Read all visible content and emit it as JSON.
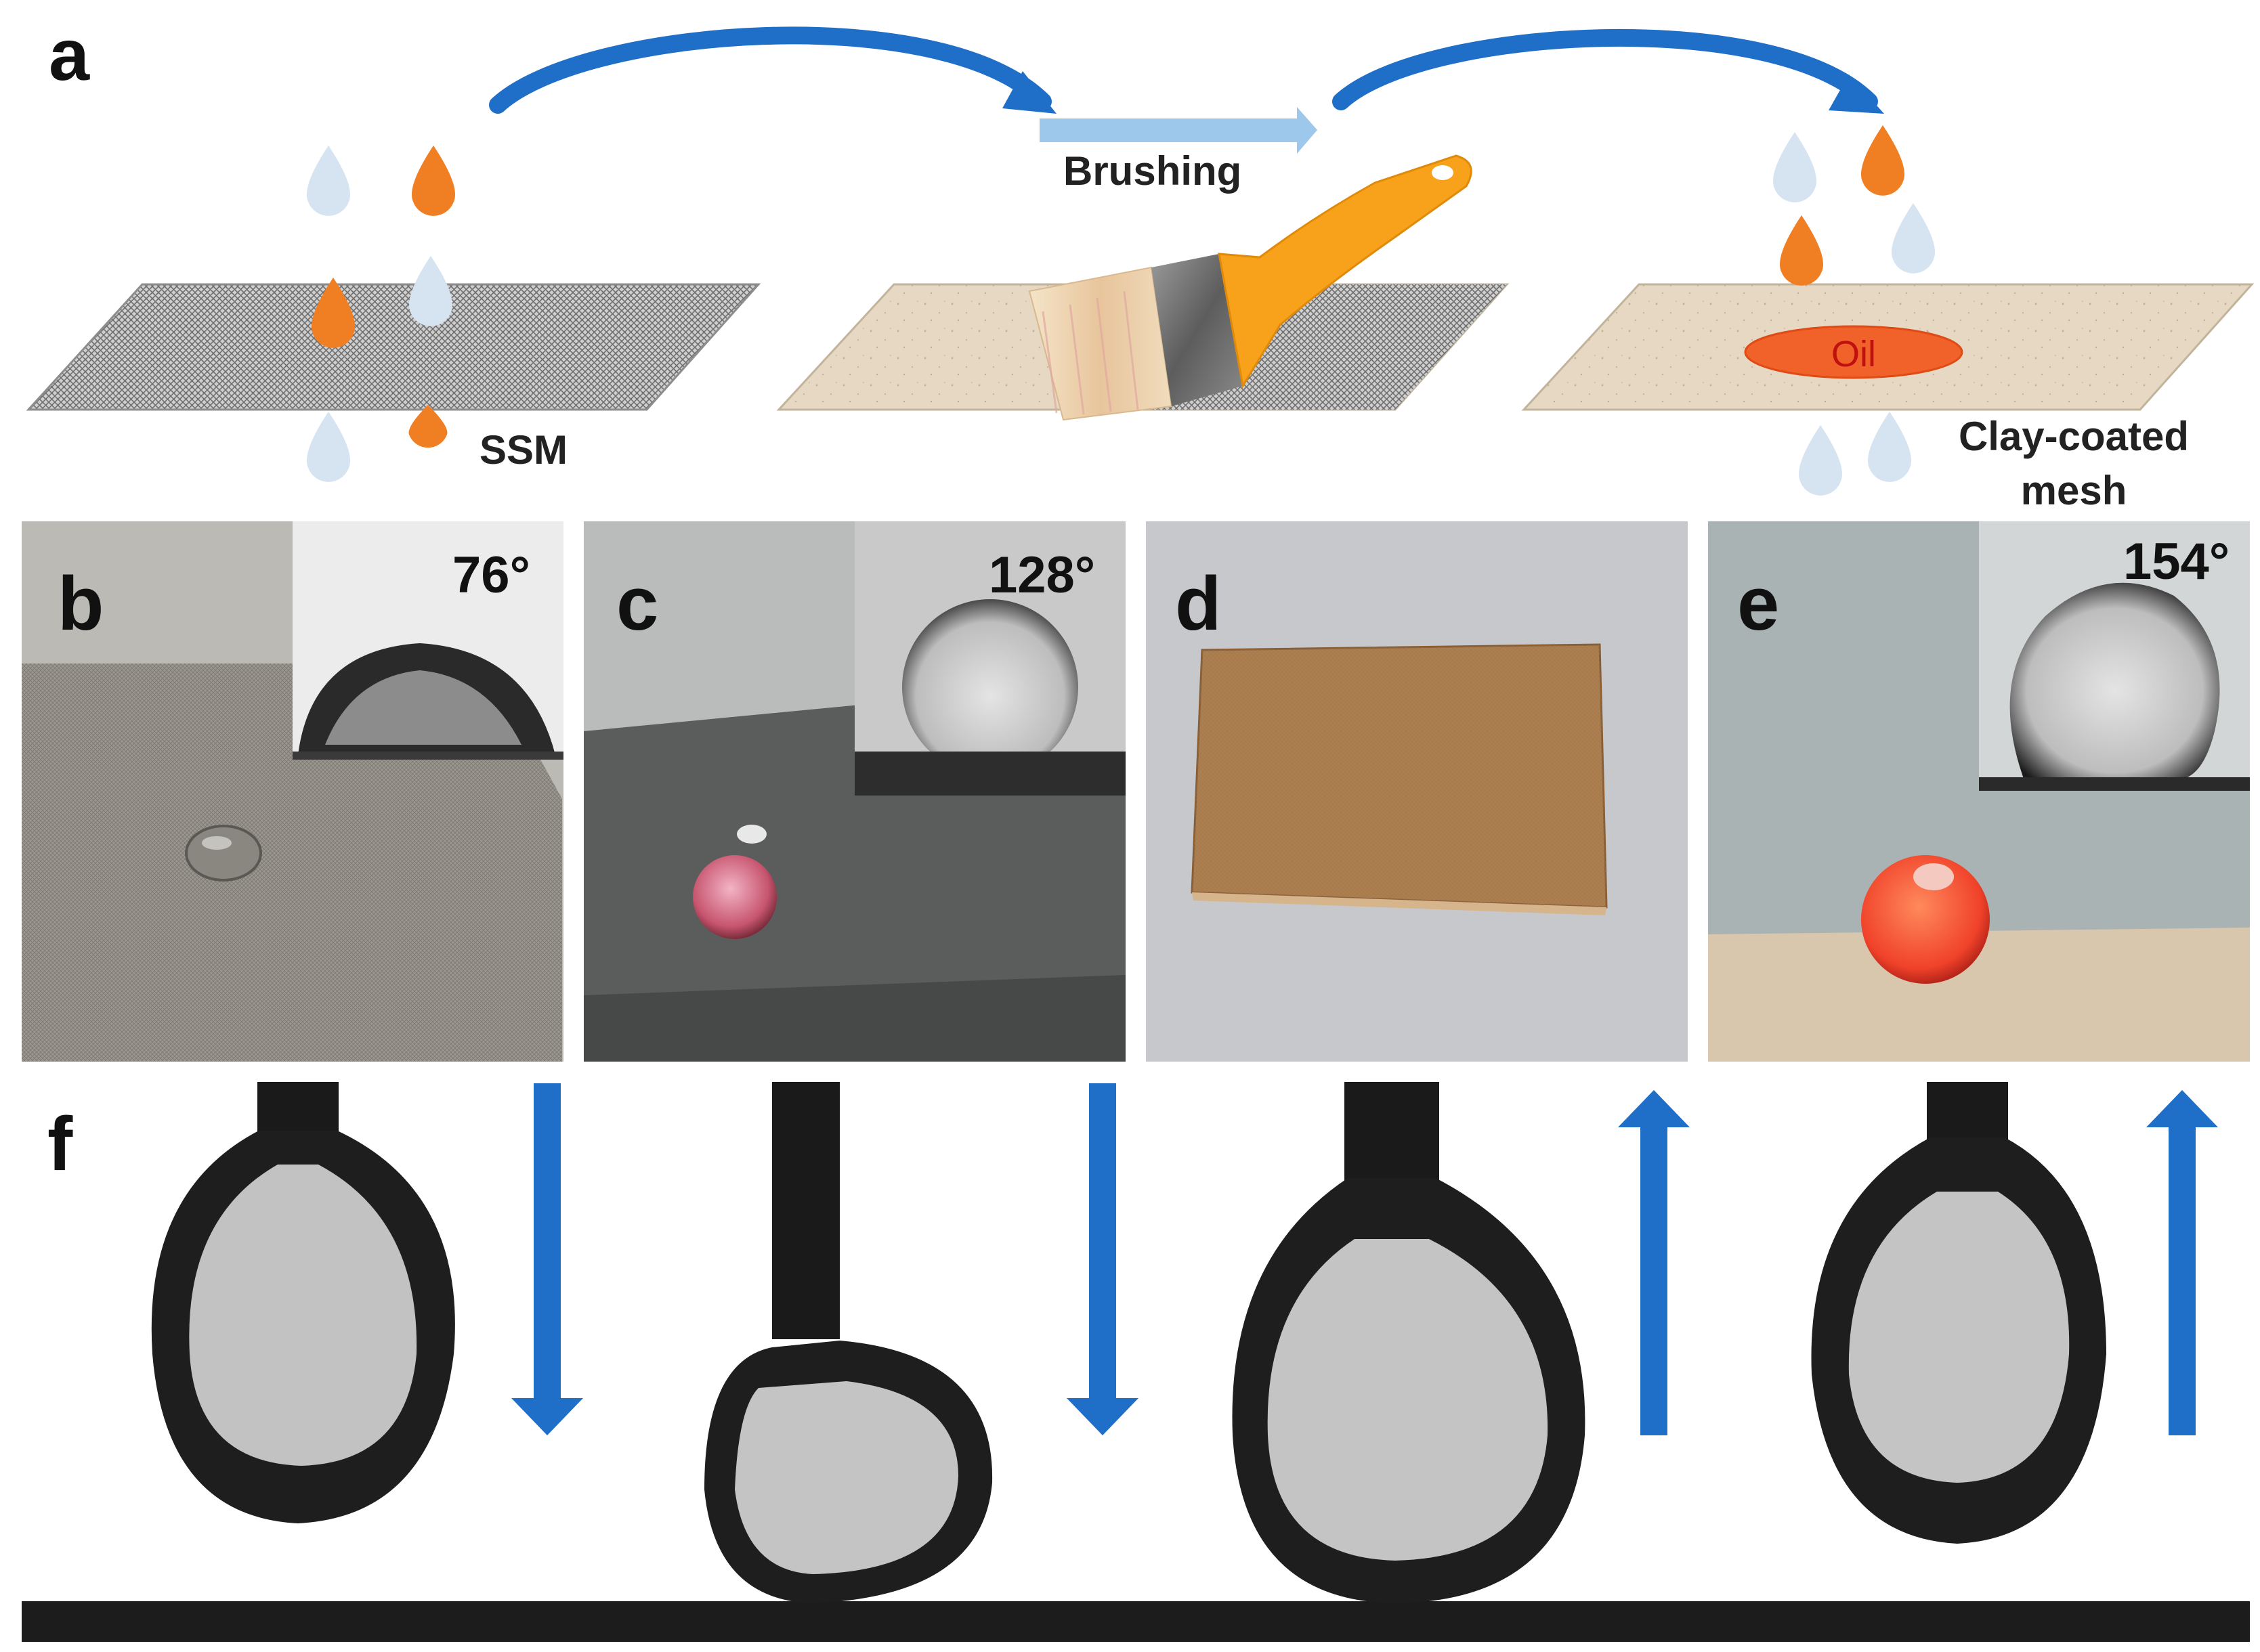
{
  "panel_a": {
    "label": "a",
    "step_label": "Brushing",
    "left_mesh_label": "SSM",
    "right_mesh_label_line1": "Clay-coated",
    "right_mesh_label_line2": "mesh",
    "oil_label": "Oil"
  },
  "panel_b": {
    "label": "b",
    "angle": "76°"
  },
  "panel_c": {
    "label": "c",
    "angle": "128°"
  },
  "panel_d": {
    "label": "d"
  },
  "panel_e": {
    "label": "e",
    "angle": "154°"
  },
  "panel_f": {
    "label": "f"
  },
  "colors": {
    "water_drop": "#d6e3f1",
    "oil_drop": "#f07f24",
    "arrow_blue": "#1f6fc8",
    "brush_handle": "#f7a21a",
    "clay": "#e6d8c3",
    "mesh": "#8f8f8f"
  }
}
